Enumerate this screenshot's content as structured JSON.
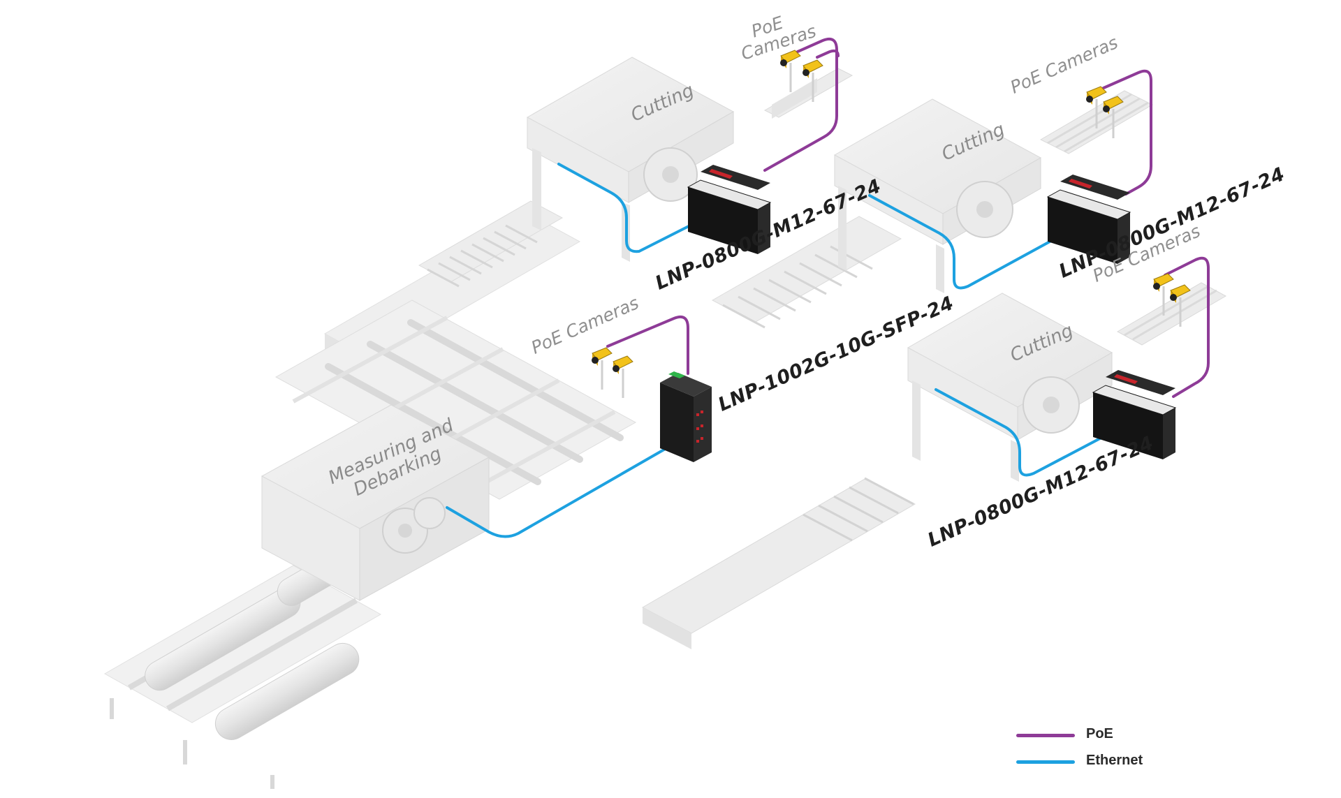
{
  "stations": {
    "cutting_1": "Cutting",
    "cutting_2": "Cutting",
    "cutting_3": "Cutting",
    "measuring_line1": "Measuring and",
    "measuring_line2": "Debarking"
  },
  "camera_labels": {
    "top_line1": "PoE",
    "top_line2": "Cameras",
    "right_upper": "PoE Cameras",
    "right_lower": "PoE Cameras",
    "center": "PoE Cameras"
  },
  "switch_models": {
    "switch_1": "LNP-0800G-M12-67-24",
    "switch_2": "LNP-0800G-M12-67-24",
    "switch_3": "LNP-0800G-M12-67-24",
    "core_switch": "LNP-1002G-10G-SFP-24"
  },
  "legend": {
    "poe": {
      "label": "PoE",
      "color": "#8e3b97"
    },
    "ethernet": {
      "label": "Ethernet",
      "color": "#1da1e0"
    }
  },
  "icons": {
    "camera": "poe-camera-icon",
    "m12_switch": "m12-switch-icon",
    "din_switch": "din-rail-switch-icon",
    "saw": "saw-blade-icon"
  }
}
